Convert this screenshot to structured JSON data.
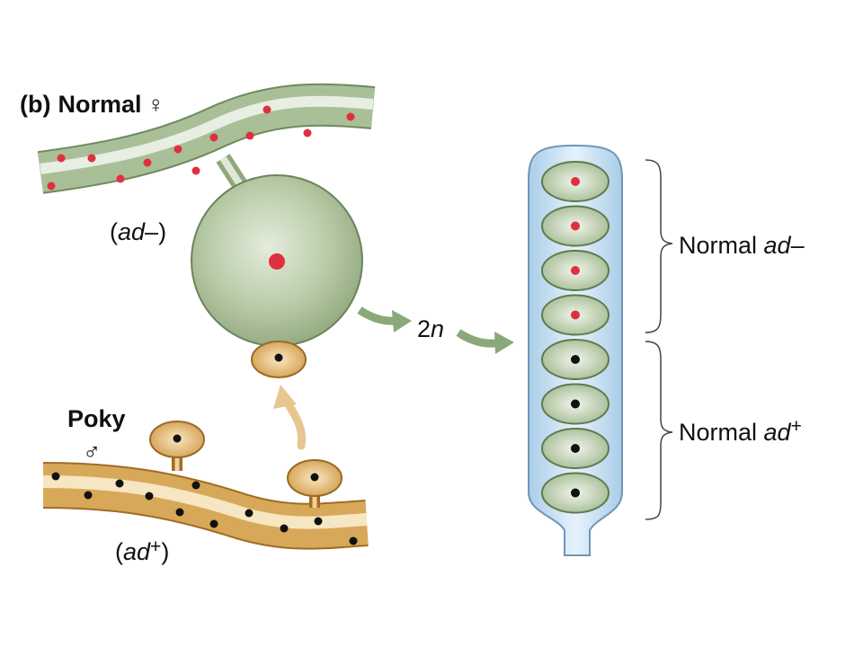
{
  "panel": {
    "letter": "(b)",
    "female_label": "Normal",
    "female_symbol": "♀",
    "male_label": "Poky",
    "male_symbol": "♂"
  },
  "genotypes": {
    "female_prefix": "(",
    "female_allele": "ad",
    "female_sign": "–",
    "female_suffix": ")",
    "male_prefix": "(",
    "male_allele": "ad",
    "male_sign": "+",
    "male_suffix": ")"
  },
  "ploidy": {
    "number": "2",
    "letter": "n"
  },
  "ascus": {
    "top_group_prefix": "Normal ",
    "top_group_allele": "ad",
    "top_group_sign": "–",
    "bottom_group_prefix": "Normal ",
    "bottom_group_allele": "ad",
    "bottom_group_sign": "+",
    "spore_count": 8,
    "spores": [
      {
        "nucleus": "red"
      },
      {
        "nucleus": "red"
      },
      {
        "nucleus": "red"
      },
      {
        "nucleus": "red"
      },
      {
        "nucleus": "black"
      },
      {
        "nucleus": "black"
      },
      {
        "nucleus": "black"
      },
      {
        "nucleus": "black"
      }
    ]
  },
  "colors": {
    "normal_green": "#a9bf98",
    "poky_tan": "#d8a85a",
    "red_mito": "#e03040",
    "black_mito": "#111111",
    "ascus_blue": "#cfe6f6"
  }
}
